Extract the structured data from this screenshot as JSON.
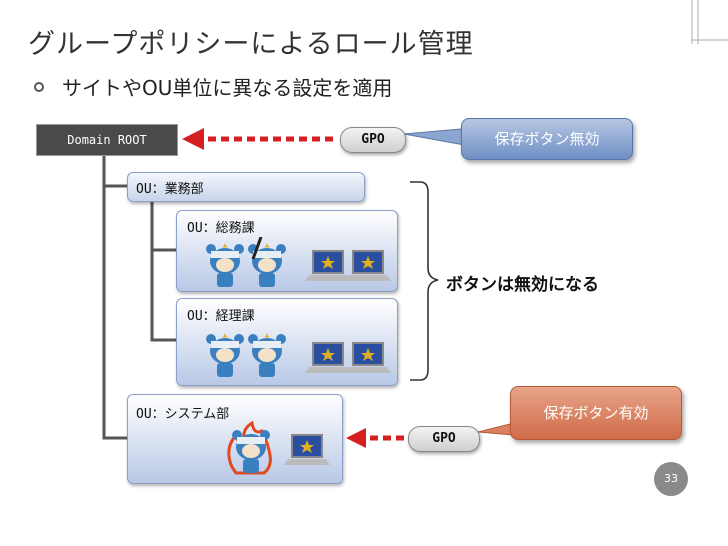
{
  "slide": {
    "title": "グループポリシーによるロール管理",
    "bullet": "サイトやOU単位に異なる設定を適用",
    "page_number": "33"
  },
  "diagram": {
    "root_label": "Domain ROOT",
    "gpo_top": "GPO",
    "gpo_bottom": "GPO",
    "callout_top": "保存ボタン無効",
    "callout_bottom": "保存ボタン有効",
    "brace_label": "ボタンは無効になる",
    "ou_main": "OU：業務部",
    "ou_soumu": "OU：総務課",
    "ou_keiri": "OU：経理課",
    "ou_system": "OU：システム部"
  },
  "colors": {
    "arrow_red": "#d42020",
    "callout_blue": "#7a96c8",
    "callout_orange": "#d4734f",
    "ou_blue": "#c7d3ea"
  }
}
